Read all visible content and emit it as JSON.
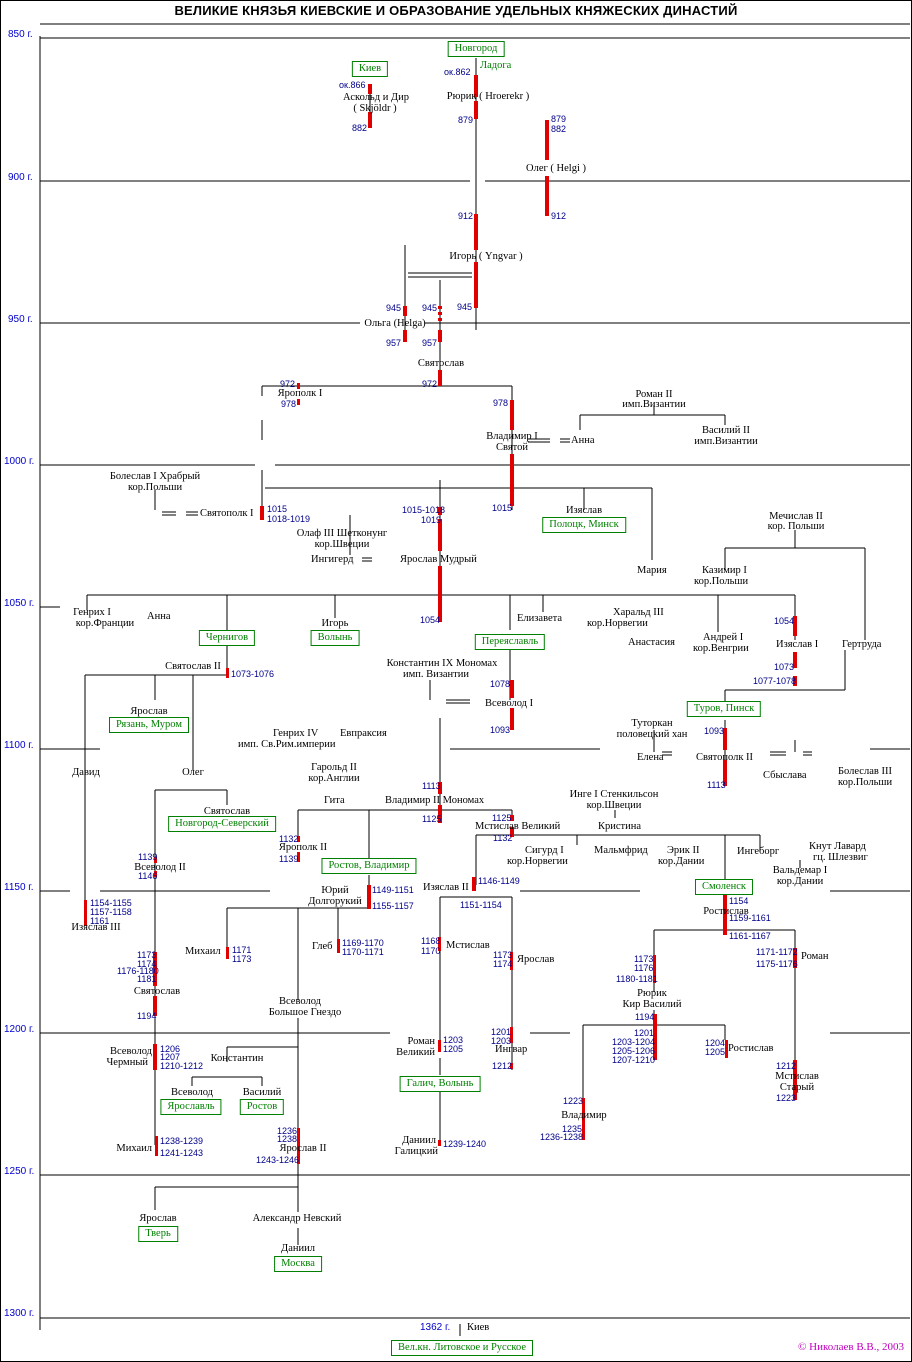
{
  "title": "ВЕЛИКИЕ КНЯЗЬЯ КИЕВСКИЕ И ОБРАЗОВАНИЕ УДЕЛЬНЫХ КНЯЖЕСКИХ ДИНАСТИЙ",
  "copyright": "© Николаев В.В., 2003",
  "timeline": [
    "850 г.",
    "900 г.",
    "950 г.",
    "1000 г.",
    "1050 г.",
    "1100 г.",
    "1150 г.",
    "1200 г.",
    "1250 г.",
    "1300 г."
  ],
  "footer_year": "1362 г.",
  "footer_city": "Киев",
  "footer_box": "Вел.кн. Литовское и Русское",
  "boxes": {
    "kiev": "Киев",
    "novgorod": "Новгород",
    "polotsk": "Полоцк, Минск",
    "chernigov": "Чернигов",
    "volyn": "Волынь",
    "pereyaslavl": "Переяславль",
    "ryazan": "Рязань, Муром",
    "turov": "Туров, Пинск",
    "novgorod_sev": "Новгород-Северский",
    "rostov_vlad": "Ростов, Владимир",
    "smolensk": "Смоленск",
    "yaroslavl": "Ярославль",
    "rostov": "Ростов",
    "galich": "Галич, Волынь",
    "tver": "Тверь",
    "moskva": "Москва"
  },
  "names": {
    "ladoga": "Ладога",
    "askold1": "Аскольд и Дир",
    "askold2": "( Skjöldr )",
    "rurik": "Рюрик ( Hroerekr )",
    "oleg": "Олег ( Helgi )",
    "igor": "Игорь ( Yngvar )",
    "olga": "Ольга (Helga)",
    "svyatoslav": "Святослав",
    "yaropolk": "Ярополк I",
    "roman2_1": "Роман II",
    "roman2_2": "имп.Византии",
    "vladimir1": "Владимир I",
    "vladimir2": "Святой",
    "anna_viz": "Анна",
    "vasily2_1": "Василий II",
    "vasily2_2": "имп.Византии",
    "boleslav1": "Болеслав I Храбрый",
    "boleslav2": "кор.Польши",
    "svyatopolk": "Святополк I",
    "izyaslav_p": "Изяслав",
    "mechislav1": "Мечислав II",
    "mechislav2": "кор. Польши",
    "olaf1": "Олаф III Шетконунг",
    "olaf2": "кор.Швеции",
    "ingigerd": "Ингигерд",
    "yaroslav_m": "Ярослав Мудрый",
    "maria": "Мария",
    "kazimir1": "Казимир I",
    "kazimir2": "кор.Польши",
    "genrih1_1": "Генрих I",
    "genrih1_2": "кор.Франции",
    "anna_fr": "Анна",
    "igor2": "Игорь",
    "elizaveta": "Елизавета",
    "harald1": "Харальд III",
    "harald2": "кор.Норвегии",
    "anastasia": "Анастасия",
    "andrey1": "Андрей I",
    "andrey2": "кор.Венгрии",
    "izyaslav1": "Изяслав I",
    "gertruda": "Гертруда",
    "svyatoslav2": "Святослав II",
    "konst1": "Константин IX Мономах",
    "konst2": "имп. Византии",
    "yaroslav_r": "Ярослав",
    "vsevolod1": "Всеволод I",
    "tugorkan1": "Туторкан",
    "tugorkan2": "половецкий хан",
    "genrih4_1": "Генрих IV",
    "genrih4_2": "имп. Св.Рим.империи",
    "evpraksia": "Евпраксия",
    "elena": "Елена",
    "svyatopolk2": "Святополк II",
    "sbyslava": "Сбыслава",
    "boleslav3_1": "Болеслав III",
    "boleslav3_2": "кор.Польши",
    "david": "Давид",
    "oleg2": "Олег",
    "harold1": "Гарольд II",
    "harold2": "кор.Англии",
    "gita": "Гита",
    "monomah": "Владимир II Мономах",
    "svyatoslav_ns": "Святослав",
    "inge1": "Инге I Стенкильсон",
    "inge2": "кор.Швеции",
    "mstislav_v": "Мстислав Великий",
    "kristina": "Кристина",
    "yaropolk2": "Ярополк II",
    "sigurd1": "Сигурд I",
    "sigurd2": "кор.Норвегии",
    "malmfrid": "Мальмфрид",
    "erik1": "Эрик II",
    "erik2": "кор.Дании",
    "ingeborg": "Ингеборг",
    "knut1": "Кнут Лавард",
    "knut2": "гц. Шлезвиг",
    "valdemar1": "Вальдемар I",
    "valdemar2": "кор.Дании",
    "vsevolod2": "Всеволод II",
    "yuri1": "Юрий",
    "yuri2": "Долгорукий",
    "izyaslav2": "Изяслав II",
    "rostislav": "Ростислав",
    "izyaslav3": "Изяслав III",
    "mihail": "Михаил",
    "gleb": "Глеб",
    "mstislav": "Мстислав",
    "yaroslav_g": "Ярослав",
    "roman": "Роман",
    "svyatoslav3": "Святослав",
    "rurik1": "Рюрик",
    "rurik2": "Кир Василий",
    "vsevolod3_1": "Всеволод",
    "vsevolod3_2": "Большое Гнездо",
    "vsevolod_ch1": "Всеволод",
    "vsevolod_ch2": "Чермный",
    "konstantin": "Константин",
    "roman_v1": "Роман",
    "roman_v2": "Великий",
    "ingvar": "Ингвар",
    "rostislav2": "Ростислав",
    "mstislav_st1": "Мстислав",
    "mstislav_st2": "Старый",
    "vsevolod4": "Всеволод",
    "vasily": "Василий",
    "vladimir_r": "Владимир",
    "mihail2": "Михаил",
    "yaroslav2": "Ярослав II",
    "daniil_g1": "Даниил",
    "daniil_g2": "Галицкий",
    "yaroslav_t": "Ярослав",
    "aleksandr": "Александр Невский",
    "daniil": "Даниил"
  },
  "years": {
    "y866": "ок.866",
    "y882a": "882",
    "y862": "ок.862",
    "y879a": "879",
    "y879b": "879",
    "y882b": "882",
    "y912a": "912",
    "y912b": "912",
    "y945a": "945",
    "y945b": "945",
    "y945c": "945",
    "y957a": "957",
    "y957b": "957",
    "y972a": "972",
    "y972b": "972",
    "y978a": "978",
    "y978b": "978",
    "y1015a": "1015",
    "y1018a": "1018-1019",
    "y1015b": "1015-1018",
    "y1019": "1019",
    "y1015c": "1015",
    "y1054a": "1054",
    "y1054b": "1054",
    "y1073": "1073-1076",
    "y1073b": "1073",
    "y1077": "1077-1078",
    "y1078": "1078",
    "y1093a": "1093",
    "y1093b": "1093",
    "y1113a": "1113",
    "y1113b": "1113",
    "y1125a": "1125",
    "y1125b": "1125",
    "y1132a": "1132",
    "y1132b": "1132",
    "y1139a": "1139",
    "y1139b": "1139",
    "y1146": "1146",
    "y1146b": "1146-1149",
    "y1149": "1149-1151",
    "y1155": "1155-1157",
    "y1151": "1151-1154",
    "y1154a": "1154-1155",
    "y1157": "1157-1158",
    "y1161": "1161",
    "y1154b": "1154",
    "y1159": "1159-1161",
    "y1161b": "1161-1167",
    "y1171": "1171",
    "y1173a": "1173",
    "y1169": "1169-1170",
    "y1170": "1170-1171",
    "y1168": "1168",
    "y1170b": "1170",
    "y1173b": "1173",
    "y1174": "1174",
    "y1173c": "1173",
    "y1176": "1176",
    "y1180": "1180-1181",
    "y1173d": "1173",
    "y1174b": "1174",
    "y1176b": "1176-1180",
    "y1181": "1181",
    "y1171b": "1171-1172",
    "y1175": "1175-1176",
    "y1194a": "1194",
    "y1194b": "1194",
    "y1201a": "1201",
    "y1203": "1203-1204",
    "y1205": "1205-1206",
    "y1207": "1207-1210",
    "y1204": "1204",
    "y1205b": "1205",
    "y1206": "1206",
    "y1207b": "1207",
    "y1210": "1210-1212",
    "y1203b": "1203",
    "y1205c": "1205",
    "y1201b": "1201",
    "y1203c": "1203",
    "y1212a": "1212",
    "y1212b": "1212",
    "y1223a": "1223",
    "y1223b": "1223",
    "y1235": "1235",
    "y1236": "1236-1238",
    "y1236b": "1236",
    "y1238": "1238",
    "y1243": "1243-1246",
    "y1238b": "1238-1239",
    "y1241": "1241-1243",
    "y1239": "1239-1240"
  }
}
